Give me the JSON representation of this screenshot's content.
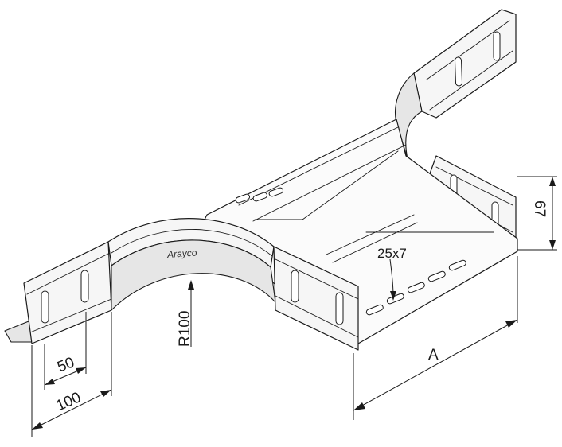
{
  "labels": {
    "radius": "R100",
    "slot_size": "25x7",
    "height": "67",
    "width_a": "A",
    "dim_50": "50",
    "dim_100": "100"
  },
  "brand": {
    "logo_text": "Arayco"
  },
  "colors": {
    "line": "#1a1a1a",
    "background": "#ffffff"
  }
}
